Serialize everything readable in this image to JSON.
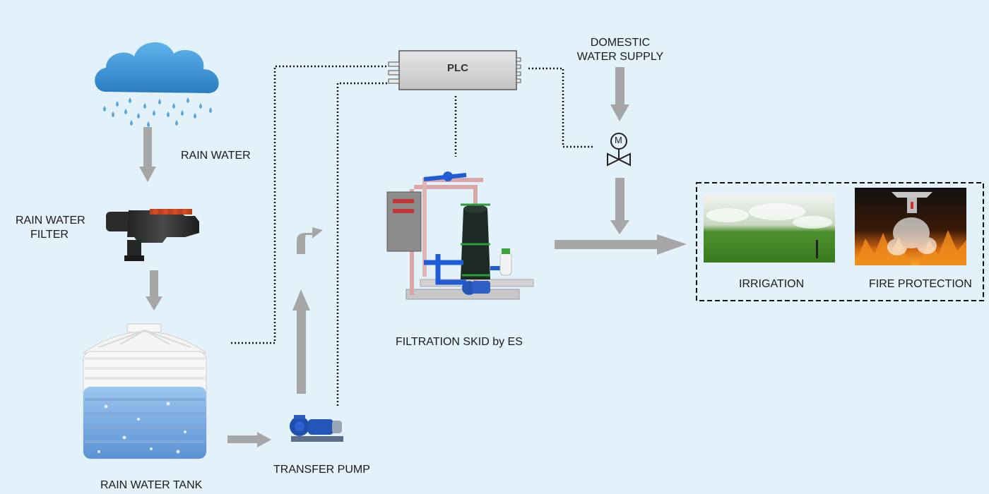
{
  "labels": {
    "rain_water": "RAIN WATER",
    "rain_water_filter_line1": "RAIN WATER",
    "rain_water_filter_line2": "FILTER",
    "rain_water_tank": "RAIN WATER TANK",
    "transfer_pump": "TRANSFER PUMP",
    "plc": "PLC",
    "domestic_line1": "DOMESTIC",
    "domestic_line2": "WATER SUPPLY",
    "filtration_skid": "FILTRATION SKID by ES",
    "irrigation": "IRRIGATION",
    "fire_protection": "FIRE PROTECTION",
    "valve_motor": "M"
  },
  "colors": {
    "background": "#e3f1fb",
    "arrow": "#a6a6a6",
    "cloud": "#3a8fd0",
    "drop": "#5aa6de",
    "plc_box": "#d6d6d6",
    "signal_line": "#111111"
  }
}
